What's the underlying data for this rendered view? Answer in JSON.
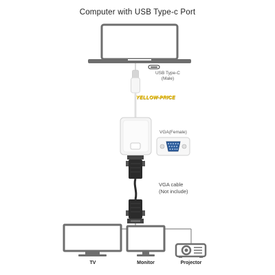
{
  "title": "Computer with USB Type-c Port",
  "usb_label": {
    "line1": "USB Type-C",
    "line2": "(Male)"
  },
  "brand": "YELLOW-PRICE",
  "vga_label": "VGA(Female)",
  "cable_label": {
    "line1": "VGA cable",
    "line2": "(Not include)"
  },
  "devices": {
    "tv": "TV",
    "monitor": "Monitor",
    "projector": "Projector"
  },
  "colors": {
    "device_frame": "#6e6e6e",
    "cable": "#2b2b2b",
    "adapter": "#f4f4f4",
    "vga_port": "#2f5f9e",
    "brand_text": "#f2c200"
  }
}
